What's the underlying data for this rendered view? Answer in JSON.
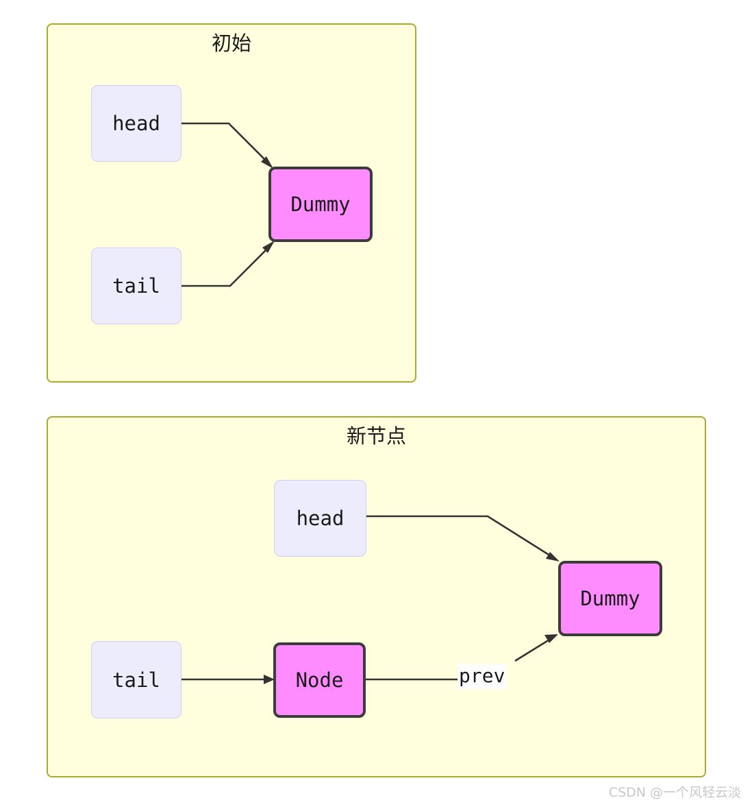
{
  "diagram": {
    "type": "linked-list-state-diagram",
    "panels": [
      {
        "id": "initial",
        "title": "初始",
        "nodes": [
          {
            "id": "p1-head",
            "label": "head",
            "kind": "variable"
          },
          {
            "id": "p1-tail",
            "label": "tail",
            "kind": "variable"
          },
          {
            "id": "p1-dummy",
            "label": "Dummy",
            "kind": "object"
          }
        ],
        "edges": [
          {
            "from": "head",
            "to": "Dummy",
            "label": ""
          },
          {
            "from": "tail",
            "to": "Dummy",
            "label": ""
          }
        ]
      },
      {
        "id": "new-node",
        "title": "新节点",
        "nodes": [
          {
            "id": "p2-head",
            "label": "head",
            "kind": "variable"
          },
          {
            "id": "p2-tail",
            "label": "tail",
            "kind": "variable"
          },
          {
            "id": "p2-node",
            "label": "Node",
            "kind": "object"
          },
          {
            "id": "p2-dummy",
            "label": "Dummy",
            "kind": "object"
          }
        ],
        "edges": [
          {
            "from": "head",
            "to": "Dummy",
            "label": ""
          },
          {
            "from": "tail",
            "to": "Node",
            "label": ""
          },
          {
            "from": "Node",
            "to": "Dummy",
            "label": "prev"
          }
        ],
        "edge_labels": {
          "prev": "prev"
        }
      }
    ]
  },
  "watermark": {
    "text": "CSDN @一个风轻云淡"
  },
  "colors": {
    "panel_fill": "#ffffde",
    "panel_border": "#aaaa33",
    "variable_fill": "#ececfd",
    "variable_border": "#cfcff5",
    "object_fill": "#ff8cff",
    "object_border": "#3b3b3b",
    "edge_stroke": "#333333",
    "label_fill": "#fdfdfd",
    "text": "#1a1a1a",
    "watermark_text": "#c8c8c8"
  }
}
